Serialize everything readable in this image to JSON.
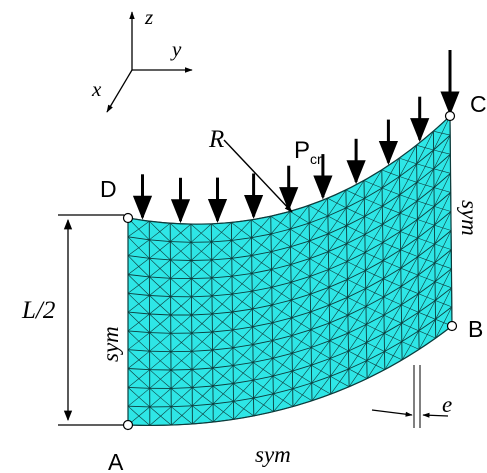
{
  "axes": {
    "z": "z",
    "y": "y",
    "x": "x"
  },
  "labels": {
    "radius": "R",
    "load_main": "P",
    "load_sub": "cr",
    "corner_a": "A",
    "corner_b": "B",
    "corner_c": "C",
    "corner_d": "D",
    "half_length": "L/2",
    "sym_left": "sym",
    "sym_bottom": "sym",
    "sym_right": "sym",
    "eccentricity": "e"
  },
  "colors": {
    "mesh_fill": "#2ee6e6",
    "mesh_line": "#0d3d3d",
    "ink": "#000000"
  }
}
